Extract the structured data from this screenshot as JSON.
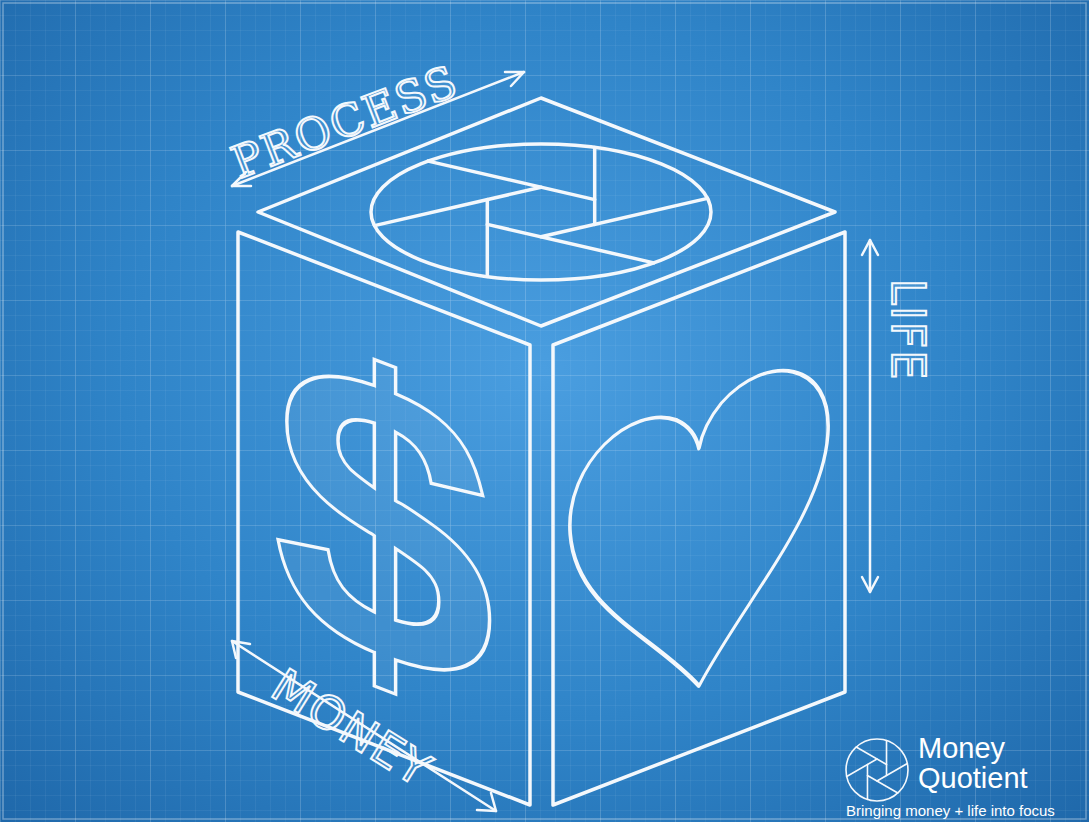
{
  "diagram": {
    "labels": [
      "PROCESS",
      "$",
      "LIFE",
      "MONEY",
      "Money",
      "Quotient",
      "Bringing money + life into focus"
    ]
  }
}
